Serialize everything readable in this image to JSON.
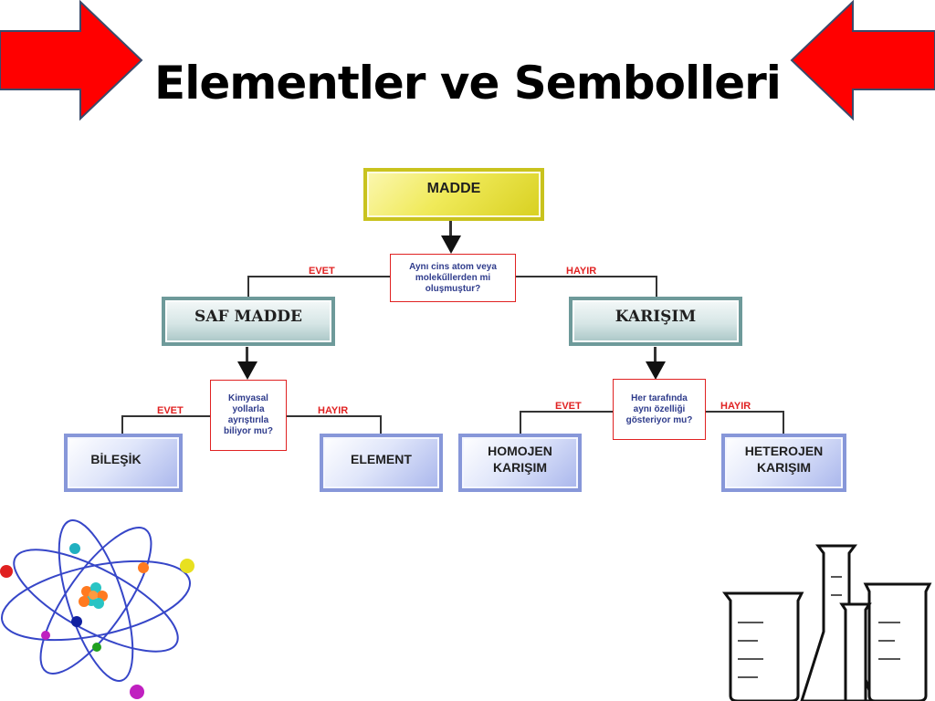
{
  "title": "Elementler ve Sembolleri",
  "colors": {
    "arrow_fill": "#ff0000",
    "arrow_stroke": "#3a4a6a",
    "label_red": "#e02222"
  },
  "diagram": {
    "root": "MADDE",
    "q1": "Aynı cins atom veya molekűllerden mi oluşmuştur?",
    "yes1": "EVET",
    "no1": "HAYIR",
    "left_node": "SAF MADDE",
    "right_node": "KARIŞIM",
    "q2": "Kimyasal yollarla ayrıştırıla biliyor mu?",
    "yes2": "EVET",
    "no2": "HAYIR",
    "q3": "Her tarafında aynı özelliği gösteriyor mu?",
    "yes3": "EVET",
    "no3": "HAYIR",
    "leaf1": "BİLEŞİK",
    "leaf2": "ELEMENT",
    "leaf3": "HOMOJEN KARIŞIM",
    "leaf4": "HETEROJEN KARIŞIM"
  },
  "icons": [
    "left-arrow-icon",
    "right-arrow-icon",
    "atom-icon",
    "lab-glassware-icon"
  ]
}
